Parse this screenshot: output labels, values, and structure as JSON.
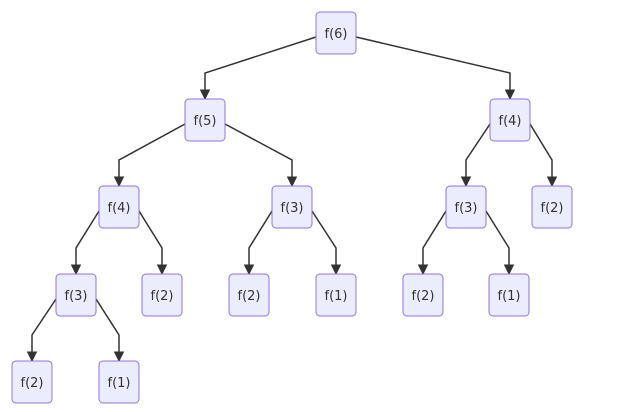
{
  "diagram": {
    "type": "recursion-tree",
    "colors": {
      "node_fill": "#ECECFF",
      "node_border": "#9370DB",
      "edge": "#333333",
      "text": "#333333"
    },
    "nodes": [
      {
        "id": "n1",
        "label": "f(6)"
      },
      {
        "id": "n2",
        "label": "f(5)"
      },
      {
        "id": "n3",
        "label": "f(4)"
      },
      {
        "id": "n4",
        "label": "f(4)"
      },
      {
        "id": "n5",
        "label": "f(3)"
      },
      {
        "id": "n6",
        "label": "f(3)"
      },
      {
        "id": "n7",
        "label": "f(2)"
      },
      {
        "id": "n8",
        "label": "f(3)"
      },
      {
        "id": "n9",
        "label": "f(2)"
      },
      {
        "id": "n10",
        "label": "f(2)"
      },
      {
        "id": "n11",
        "label": "f(1)"
      },
      {
        "id": "n12",
        "label": "f(2)"
      },
      {
        "id": "n13",
        "label": "f(1)"
      },
      {
        "id": "n14",
        "label": "f(2)"
      },
      {
        "id": "n15",
        "label": "f(1)"
      }
    ],
    "edges": [
      {
        "from": "n1",
        "to": "n2"
      },
      {
        "from": "n1",
        "to": "n3"
      },
      {
        "from": "n2",
        "to": "n4"
      },
      {
        "from": "n2",
        "to": "n5"
      },
      {
        "from": "n3",
        "to": "n6"
      },
      {
        "from": "n3",
        "to": "n7"
      },
      {
        "from": "n4",
        "to": "n8"
      },
      {
        "from": "n4",
        "to": "n9"
      },
      {
        "from": "n5",
        "to": "n10"
      },
      {
        "from": "n5",
        "to": "n11"
      },
      {
        "from": "n6",
        "to": "n12"
      },
      {
        "from": "n6",
        "to": "n13"
      },
      {
        "from": "n8",
        "to": "n14"
      },
      {
        "from": "n8",
        "to": "n15"
      }
    ]
  }
}
